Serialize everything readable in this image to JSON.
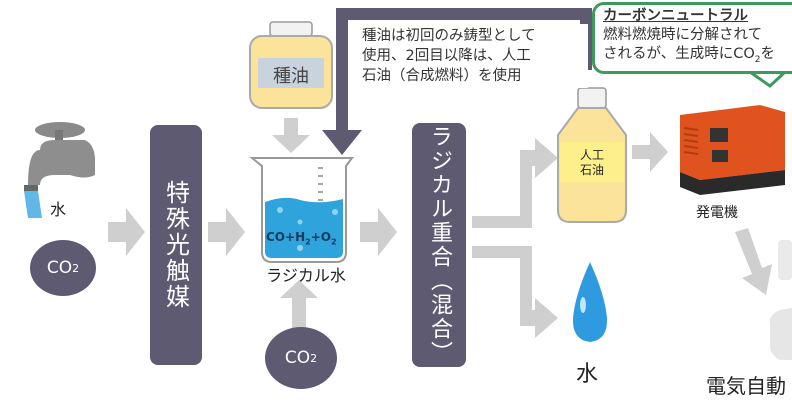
{
  "inputs": {
    "water_label": "水",
    "co2_left": "CO",
    "co2_sub": "2"
  },
  "seed_oil": {
    "label": "種油"
  },
  "catalyst": {
    "label": "特殊光触媒"
  },
  "beaker": {
    "formula": "CO+H2+O2",
    "label": "ラジカル水"
  },
  "co2_bottom": {
    "text": "CO",
    "sub": "2"
  },
  "note": {
    "lines": [
      "種油は初回のみ鋳型として",
      "使用、2回目以降は、人工",
      "石油（合成燃料）を使用"
    ]
  },
  "polymerization": {
    "label": "ラジカル重合（混合）"
  },
  "outputs": {
    "artificial_oil_line1": "人工",
    "artificial_oil_line2": "石油",
    "water_label": "水"
  },
  "generator": {
    "label": "発電機"
  },
  "ev": {
    "label": "電気自動"
  },
  "carbon_neutral": {
    "title": "カーボンニュートラル",
    "line1": "燃料燃焼時に分解されて",
    "line2_pre": "されるが、生成時にCO",
    "line2_sub": "2",
    "line2_post": "を"
  },
  "colors": {
    "dark": "#5e5a72",
    "arrow_gray": "#cfcfcf",
    "water_blue": "#2ea3dc",
    "oil_yellow": "#fbe39a",
    "bubble_green": "#3b9a5c",
    "generator_orange": "#e0531f"
  }
}
